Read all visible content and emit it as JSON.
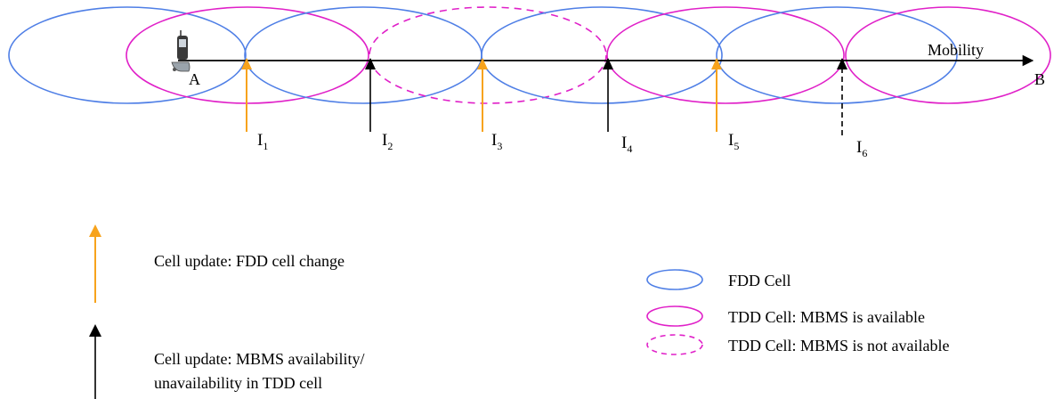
{
  "diagram": {
    "mobility_label": "Mobility",
    "point_a": "A",
    "point_b": "B",
    "indicators": [
      {
        "letter": "I",
        "sub": "1",
        "kind": "fdd-change"
      },
      {
        "letter": "I",
        "sub": "2",
        "kind": "mbms-update"
      },
      {
        "letter": "I",
        "sub": "3",
        "kind": "fdd-change"
      },
      {
        "letter": "I",
        "sub": "4",
        "kind": "mbms-update"
      },
      {
        "letter": "I",
        "sub": "5",
        "kind": "fdd-change"
      },
      {
        "letter": "I",
        "sub": "6",
        "kind": "mbms-update-dashed"
      }
    ]
  },
  "legend_arrows": {
    "fdd_change": "Cell update: FDD cell change",
    "mbms_line1": "Cell update: MBMS availability/",
    "mbms_line2": "unavailability in TDD cell"
  },
  "legend_cells": {
    "fdd": "FDD Cell",
    "tdd_available": "TDD Cell: MBMS is available",
    "tdd_unavailable": "TDD Cell: MBMS is not available"
  },
  "colors": {
    "fdd_cell": "#4f7fe6",
    "tdd_cell": "#e020c8",
    "fdd_change_arrow": "#f7a31c",
    "mbms_arrow": "#000000"
  }
}
